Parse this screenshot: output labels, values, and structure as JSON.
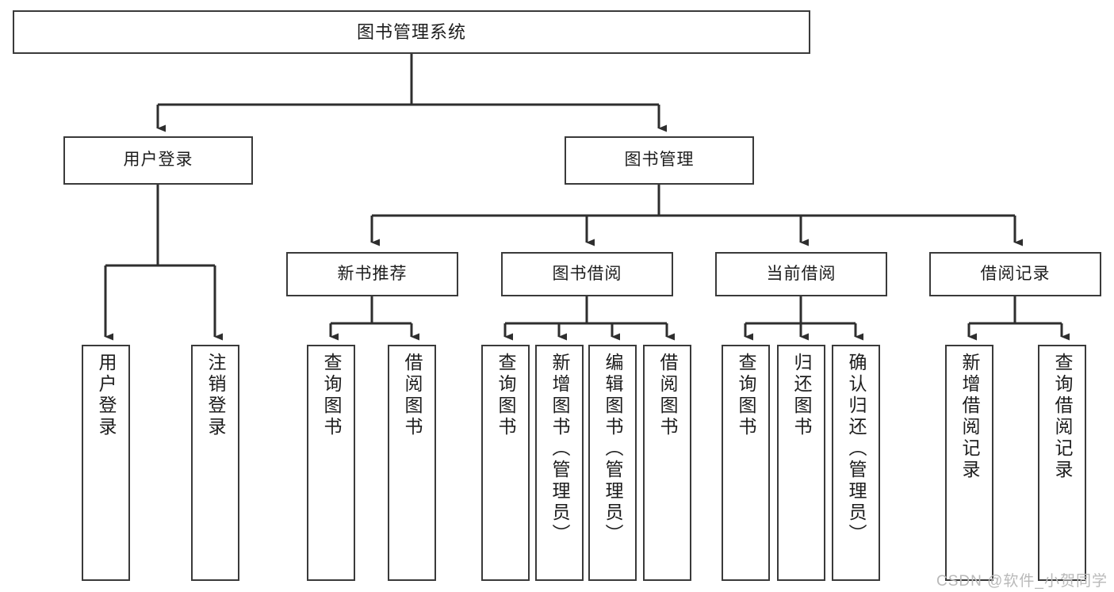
{
  "diagram": {
    "title": "图书管理系统",
    "type": "tree-hierarchy-chart",
    "background_color": "#ffffff",
    "border_color": "#3a3a3a",
    "text_color": "#1d1d1d",
    "watermark": "CSDN @软件_小贺同学",
    "nodes": {
      "root": {
        "label": "图书管理系统"
      },
      "level2": [
        {
          "label": "用户登录"
        },
        {
          "label": "图书管理"
        }
      ],
      "level3": [
        {
          "label": "新书推荐"
        },
        {
          "label": "图书借阅"
        },
        {
          "label": "当前借阅"
        },
        {
          "label": "借阅记录"
        }
      ],
      "leaves": {
        "user_login": [
          {
            "label": "用户登录"
          },
          {
            "label": "注销登录"
          }
        ],
        "new_book_recommend": [
          {
            "label": "查询图书"
          },
          {
            "label": "借阅图书"
          }
        ],
        "book_borrow": [
          {
            "label": "查询图书"
          },
          {
            "label": "新增图书（管理员）"
          },
          {
            "label": "编辑图书（管理员）"
          },
          {
            "label": "借阅图书"
          }
        ],
        "current_borrow": [
          {
            "label": "查询图书"
          },
          {
            "label": "归还图书"
          },
          {
            "label": "确认归还（管理员）"
          }
        ],
        "borrow_record": [
          {
            "label": "新增借阅记录"
          },
          {
            "label": "查询借阅记录"
          }
        ]
      }
    }
  }
}
